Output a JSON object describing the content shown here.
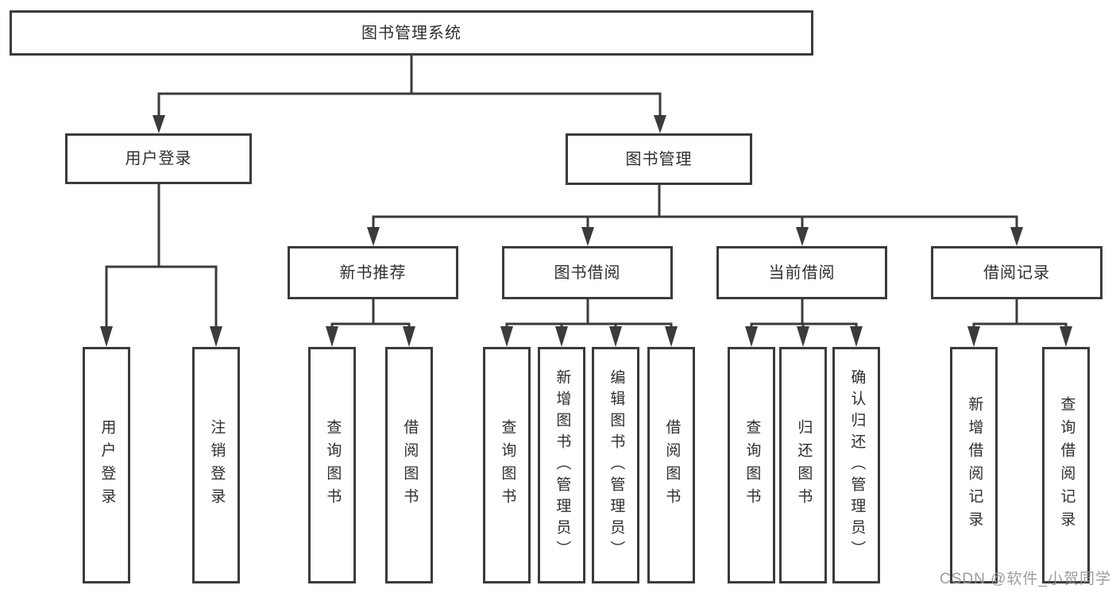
{
  "diagram": {
    "title": "图书管理系统",
    "level2": {
      "user_login": "用户登录",
      "book_mgmt": "图书管理"
    },
    "level3": {
      "new_books": "新书推荐",
      "book_borrow": "图书借阅",
      "current_borrow": "当前借阅",
      "borrow_records": "借阅记录"
    },
    "level4": {
      "user_login": [
        "用户登录",
        "注销登录"
      ],
      "new_books": [
        "查询图书",
        "借阅图书"
      ],
      "book_borrow": [
        "查询图书",
        "新增图书（管理员）",
        "编辑图书（管理员）",
        "借阅图书"
      ],
      "current_borrow": [
        "查询图书",
        "归还图书",
        "确认归还（管理员）"
      ],
      "borrow_records": [
        "新增借阅记录",
        "查询借阅记录"
      ]
    }
  },
  "watermark": "CSDN @软件_小贺同学",
  "colors": {
    "line": "#3b3b3b",
    "text": "#2f2f2f",
    "box_background": "#ffffff",
    "watermark": "#949494",
    "background": "#ffffff"
  }
}
